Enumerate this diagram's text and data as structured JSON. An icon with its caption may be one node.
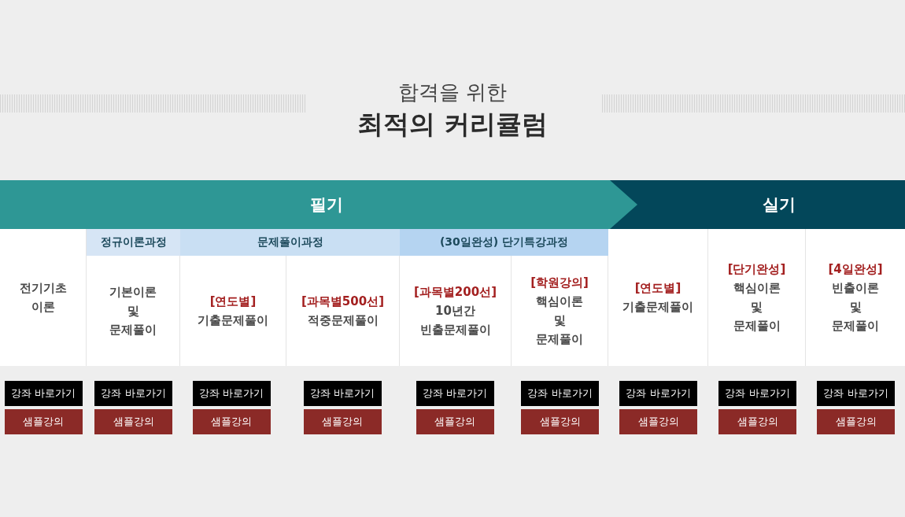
{
  "diagram": {
    "title": "합격을 위한 **최적의 커리큘럼**",
    "nodes": [
      {
        "text": [
          "필기"
        ]
      },
      {
        "text": [
          "실기"
        ]
      },
      {
        "text": [
          "정규이론과정"
        ]
      },
      {
        "text": [
          "문제풀이과정"
        ]
      },
      {
        "text": [
          "(30일완성) 단기특강과정"
        ]
      },
      {
        "text": [
          "전기기초 이론"
        ]
      },
      {
        "text": [
          "기본이론 및 문제풀이"
        ]
      },
      {
        "text": [
          "[연도별]",
          "기출문제풀이"
        ]
      },
      {
        "text": [
          "[과목별500선]",
          "적중문제풀이"
        ]
      },
      {
        "text": [
          "[과목별200선]",
          "10년간 빈출문제풀이"
        ]
      },
      {
        "text": [
          "[학원강의]",
          "핵심이론 및 문제풀이"
        ]
      },
      {
        "text": [
          "[연도별]",
          "기출문제풀이"
        ]
      },
      {
        "text": [
          "[단기완성]",
          "핵심이론 및 문제풀이"
        ]
      },
      {
        "text": [
          "[4일완성]",
          "빈출이론 및 문제풀이"
        ]
      },
      {
        "text": [
          "강좌 바로가기"
        ]
      },
      {
        "text": [
          "강좌 바로가기"
        ]
      },
      {
        "text": [
          "강좌 바로가기"
        ]
      },
      {
        "text": [
          "강좌 바로가기"
        ]
      },
      {
        "text": [
          "강좌 바로가기"
        ]
      },
      {
        "text": [
          "강좌 바로가기"
        ]
      },
      {
        "text": [
          "강좌 바로가기"
        ]
      },
      {
        "text": [
          "강좌 바로가기"
        ]
      },
      {
        "text": [
          "강좌 바로가기"
        ]
      },
      {
        "text": [
          "샘플강의"
        ]
      },
      {
        "text": [
          "샘플강의"
        ]
      },
      {
        "text": [
          "샘플강의"
        ]
      },
      {
        "text": [
          "샘플강의"
        ]
      },
      {
        "text": [
          "샘플강의"
        ]
      },
      {
        "text": [
          "샘플강의"
        ]
      },
      {
        "text": [
          "샘플강의"
        ]
      },
      {
        "text": [
          "샘플강의"
        ]
      },
      {
        "text": [
          "샘플강의"
        ]
      }
    ]
  }
}
